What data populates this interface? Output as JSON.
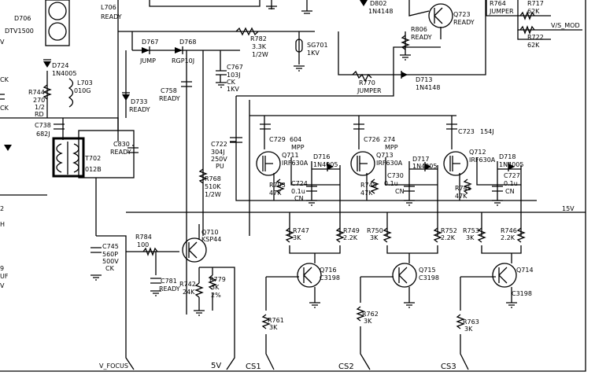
{
  "parts": {
    "d706": "D706",
    "d706_val": "DTV1500",
    "l706": "L706",
    "l706_val": "READY",
    "d767": "D767",
    "d767_val": "JUMP",
    "d768": "D768",
    "d768_val": "RGP10J",
    "r782": "R782",
    "r782_val": "3.3K",
    "r782_w": "1/2W",
    "sg701": "SG701",
    "sg701_val": "1KV",
    "d802": "D802",
    "d802_val": "1N4148",
    "q723": "Q723",
    "q723_val": "READY",
    "r806": "R806",
    "r806_val": "READY",
    "r764": "R764",
    "r764_val": "JUMPER",
    "r717": "R717",
    "r717_val": "62K",
    "r722": "R722",
    "r722_val": "62K",
    "vsmod": "V/S_MOD",
    "d724": "D724",
    "d724_val": "1N4005",
    "c767": "C767",
    "c767_val": "103J",
    "c767_type": "CK",
    "c767_v": "1KV",
    "r744": "R744",
    "r744_val": "270",
    "r744_w": "1/2",
    "r744_t": "RD",
    "l703": "L703",
    "l703_val": "010G",
    "d733": "D733",
    "d733_val": "READY",
    "c758": "C758",
    "c758_val": "READY",
    "r770": "R770",
    "r770_val": "JUMPER",
    "d713": "D713",
    "d713_val": "1N4148",
    "c738": "C738",
    "c738_val": "682J",
    "t702": "T702",
    "t702_val": "012B",
    "c830": "C830",
    "c830_val": "READY",
    "c722": "C722",
    "c722_val": "304J",
    "c722_v": "250V",
    "c722_t": "PU",
    "c729": "C729",
    "c729_val": "604",
    "c729_t": "MPP",
    "c726": "C726",
    "c726_val": "274",
    "c726_t": "MPP",
    "c723": "C723",
    "c723_val": "154J",
    "q711": "Q711",
    "q711_val": "IRF630A",
    "q713": "Q713",
    "q713_val": "IRF630A",
    "q712": "Q712",
    "q712_val": "IRF630A",
    "d716": "D716",
    "d716_val": "1N4005",
    "d717": "D717",
    "d717_val": "1N4005",
    "d718": "D718",
    "d718_val": "1N4005",
    "r793": "R793",
    "r793_val": "47K",
    "r748": "R748",
    "r748_val": "47K",
    "r745": "R745",
    "r745_val": "47K",
    "c724": "C724",
    "c724_val": "0.1u",
    "c724_t": "CN",
    "c730": "C730",
    "c730_val": "0.1u",
    "c730_t": "CN",
    "c727": "C727",
    "c727_val": "0.1u",
    "c727_t": "CN",
    "r768": "R768",
    "r768_val": "510K",
    "r768_w": "1/2W",
    "v15": "15V",
    "r747": "R747",
    "r747_val": "3K",
    "r749": "R749",
    "r749_val": "2.2K",
    "r750": "R750",
    "r750_val": "3K",
    "r752": "R752",
    "r752_val": "2.2K",
    "r753": "R753",
    "r753_val": "3K",
    "r746": "R746",
    "r746_val": "2.2K",
    "c745": "C745",
    "c745_val": "560P",
    "c745_v": "500V",
    "c745_t": "CK",
    "r784": "R784",
    "r784_val": "100",
    "q710": "Q710",
    "q710_val": "KSP44",
    "c781": "C781",
    "c781_val": "READY",
    "r742": "R742",
    "r742_val": "24K",
    "r779": "R779",
    "r779_val": "3K",
    "r779_t": "2%",
    "q716": "Q716",
    "q716_val": "C3198",
    "q715": "Q715",
    "q715_val": "C3198",
    "q714": "Q714",
    "q714_val": "C3198",
    "r761": "R761",
    "r761_val": "3K",
    "r762": "R762",
    "r762_val": "3K",
    "r763": "R763",
    "r763_val": "3K"
  },
  "edge_labels": {
    "left_1": "V",
    "left_2": "CK",
    "left_3": "CK",
    "left_4": "2",
    "left_5": "H",
    "left_6": "9",
    "left_7": "UF",
    "left_8": "V"
  },
  "connectors": {
    "v_focus": "V_FOCUS",
    "v5": "5V",
    "cs1": "CS1",
    "cs2": "CS2",
    "cs3": "CS3"
  }
}
